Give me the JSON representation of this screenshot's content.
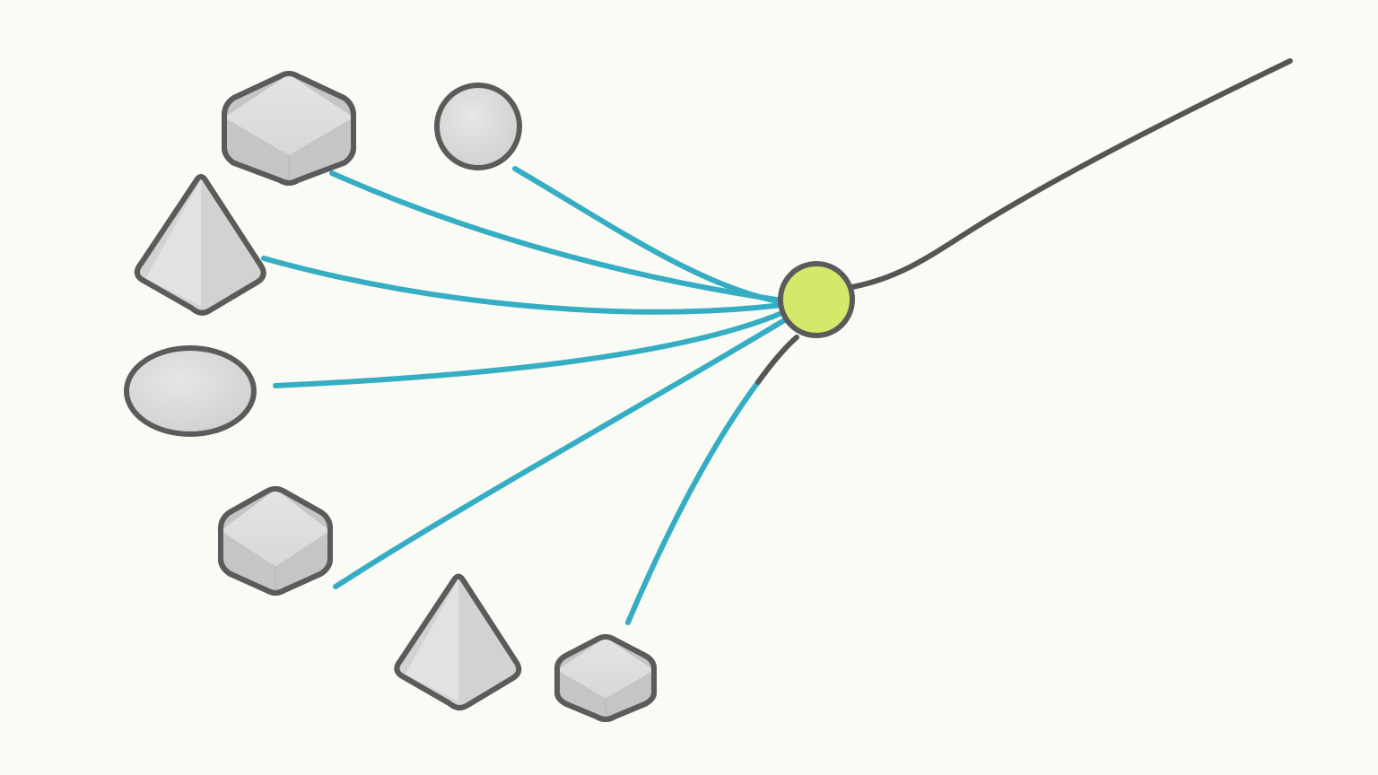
{
  "colors": {
    "background": "#fbfbf6",
    "connector": "#35aec4",
    "trunk": "#555555",
    "hub_fill": "#d6e86a",
    "shape_fill": "#dcdcda",
    "shape_shade": "#c5c5c3",
    "outline": "#5b5b5b"
  },
  "hub": {
    "name": "hub-node",
    "shape": "circle"
  },
  "trunk": {
    "name": "outgoing-trunk-line",
    "shape": "curved-line"
  },
  "nodes": [
    {
      "id": "n1",
      "shape": "rounded-cube"
    },
    {
      "id": "n2",
      "shape": "circle"
    },
    {
      "id": "n3",
      "shape": "tetrahedron"
    },
    {
      "id": "n4",
      "shape": "ellipse"
    },
    {
      "id": "n5",
      "shape": "rounded-cube"
    },
    {
      "id": "n6",
      "shape": "tetrahedron"
    },
    {
      "id": "n7",
      "shape": "rounded-cube"
    }
  ]
}
